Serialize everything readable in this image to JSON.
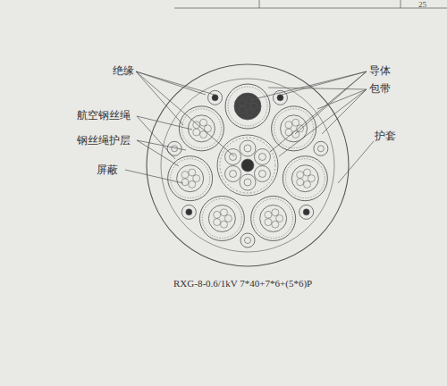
{
  "diagram": {
    "labels": [
      "绝缘",
      "航空钢丝绳",
      "钢丝绳护层",
      "屏蔽",
      "导体",
      "包带",
      "护套",
      "RXG-8-0.6/1kV 7*40+7*6+(5*6)P",
      "25"
    ]
  }
}
